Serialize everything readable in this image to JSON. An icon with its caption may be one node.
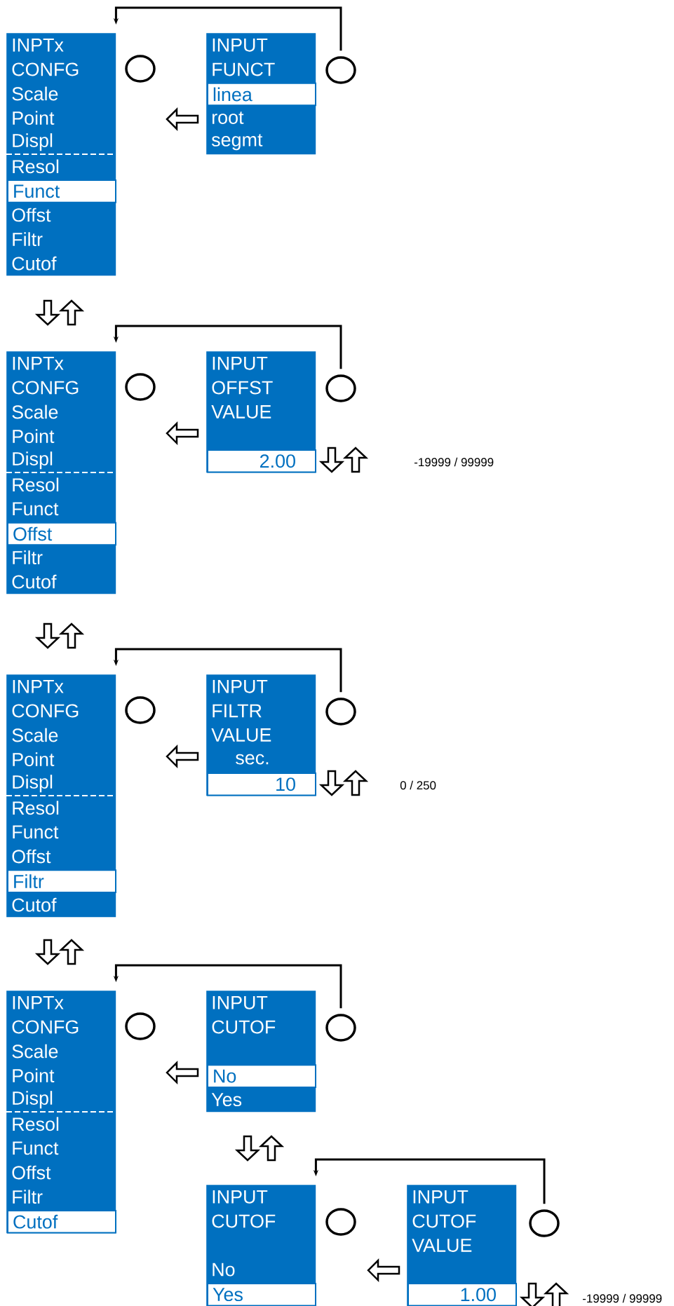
{
  "diagram": {
    "nodes": [
      {
        "text": [
          "INPTx",
          "CONFG",
          "Scale",
          "Point",
          "Displ",
          "Resol",
          "Offst",
          "Filtr",
          "Cutof"
        ]
      },
      {
        "text": [
          "Funct"
        ],
        "in": 0
      },
      {
        "text": [],
        "shape": "circle"
      },
      {
        "text": [
          "INPUT",
          "FUNCT",
          "root",
          "segmt"
        ]
      },
      {
        "text": [
          "linea"
        ],
        "in": 3
      },
      {
        "text": [],
        "shape": "circle"
      },
      {
        "text": [
          "INPTx",
          "CONFG",
          "Scale",
          "Point",
          "Displ",
          "Resol",
          "Funct",
          "Filtr",
          "Cutof"
        ]
      },
      {
        "text": [
          "Offst"
        ],
        "in": 6
      },
      {
        "text": [],
        "shape": "circle"
      },
      {
        "text": [
          "INPUT",
          "OFFST",
          "VALUE"
        ]
      },
      {
        "text": [
          "2.00"
        ],
        "in": 9
      },
      {
        "text": [],
        "shape": "circle"
      },
      {
        "text": [
          "INPTx",
          "CONFG",
          "Scale",
          "Point",
          "Displ",
          "Resol",
          "Funct",
          "Offst",
          "Cutof"
        ]
      },
      {
        "text": [
          "Filtr"
        ],
        "in": 12
      },
      {
        "text": [],
        "shape": "circle"
      },
      {
        "text": [
          "INPUT",
          "FILTR",
          "VALUE",
          "sec."
        ]
      },
      {
        "text": [
          "10"
        ],
        "in": 15
      },
      {
        "text": [],
        "shape": "circle"
      },
      {
        "text": [
          "INPTx",
          "CONFG",
          "Scale",
          "Point",
          "Displ",
          "Resol",
          "Funct",
          "Offst",
          "Filtr"
        ]
      },
      {
        "text": [
          "Cutof"
        ],
        "in": 18
      },
      {
        "text": [],
        "shape": "circle"
      },
      {
        "text": [
          "INPUT",
          "CUTOF",
          "Yes"
        ]
      },
      {
        "text": [
          "No"
        ],
        "in": 21
      },
      {
        "text": [],
        "shape": "circle"
      },
      {
        "text": [
          "INPUT",
          "CUTOF",
          "No"
        ]
      },
      {
        "text": [
          "Yes"
        ],
        "in": 24
      },
      {
        "text": [],
        "shape": "circle"
      },
      {
        "text": [
          "INPUT",
          "CUTOF",
          "VALUE"
        ]
      },
      {
        "text": [
          "1.00"
        ],
        "in": 27
      },
      {
        "text": [],
        "shape": "circle"
      }
    ],
    "edges": [
      {
        "from": 5,
        "to": 0,
        "arrow": "to"
      },
      {
        "from": 11,
        "to": 6,
        "arrow": "to"
      },
      {
        "from": 17,
        "to": 12,
        "arrow": "to"
      },
      {
        "from": 23,
        "to": 18,
        "arrow": "to"
      },
      {
        "from": 29,
        "to": 24,
        "arrow": "to"
      }
    ],
    "labels": [
      "-19999 / 99999",
      "0 / 250",
      "-19999 / 99999"
    ]
  }
}
